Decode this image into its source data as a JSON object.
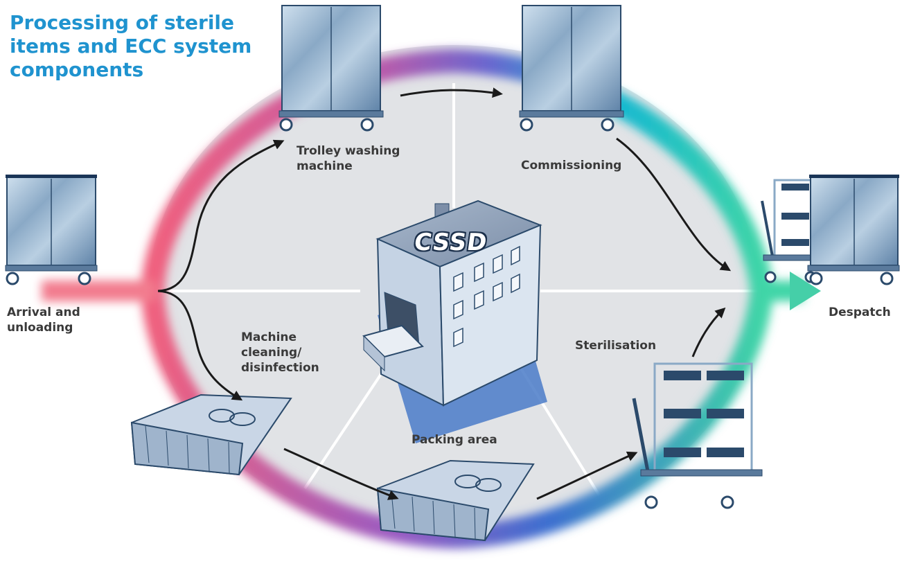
{
  "title": "Processing of sterile items and ECC system components",
  "center_label": "CSSD",
  "stations": {
    "arrival": "Arrival and unloading",
    "trolley_washing": "Trolley washing machine",
    "commissioning": "Commissioning",
    "despatch": "Despatch",
    "machine_cleaning": "Machine cleaning/ disinfection",
    "sterilisation": "Sterilisation",
    "packing": "Packing area"
  },
  "colors": {
    "title": "#1f93cf",
    "label": "#3a3a3a",
    "ring_pink": "#f0607e",
    "ring_purple": "#9a5bc2",
    "ring_blue": "#3c6fd0",
    "ring_cyan": "#14b7d3",
    "ring_green": "#3fd5a7",
    "field": "#e1e3e6"
  }
}
